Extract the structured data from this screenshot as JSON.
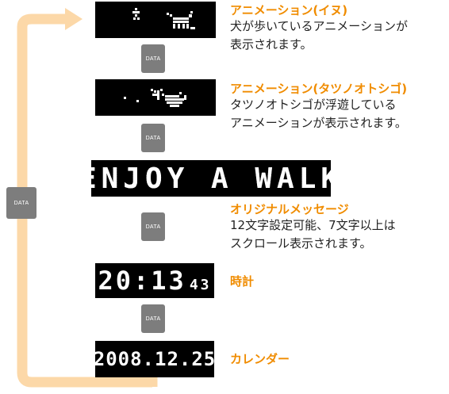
{
  "flow_label": "DATA",
  "colors": {
    "arrow": "#fcd8a8",
    "title": "#f08c00",
    "data_box": "#7d7d7d",
    "lcd": "#000000"
  },
  "displays": [
    {
      "lcd_text": "",
      "icon": "walking-dog-animation",
      "title": "アニメーション(イヌ)",
      "desc": [
        "犬が歩いているアニメーションが",
        "表示されます。"
      ]
    },
    {
      "lcd_text": "",
      "icon": "seahorse-animation",
      "title": "アニメーション(タツノオトシゴ)",
      "desc": [
        "タツノオトシゴが浮遊している",
        "アニメーションが表示されます。"
      ]
    },
    {
      "lcd_text": "ENJOY A WALK",
      "title": "オリジナルメッセージ",
      "desc": [
        "12文字設定可能、7文字以上は",
        "スクロール表示されます。"
      ]
    },
    {
      "lcd_text": "20:13",
      "lcd_small": "43",
      "title": "時計"
    },
    {
      "lcd_text": "2008.12.25",
      "title": "カレンダー"
    }
  ]
}
